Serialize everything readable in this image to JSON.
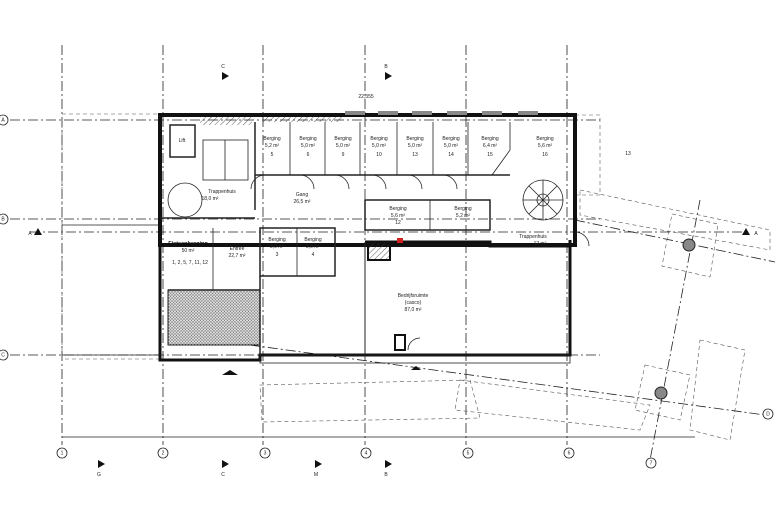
{
  "plan": {
    "grid_columns": [
      "1",
      "2",
      "3",
      "4",
      "5",
      "6",
      "7"
    ],
    "grid_rows": [
      "A",
      "B",
      "C",
      "D"
    ],
    "section_marks": {
      "top_left": "C",
      "top_right": "B",
      "bottom": [
        "G",
        "C",
        "M",
        "B"
      ],
      "side": "A"
    },
    "dimension_top": "22,355",
    "outside_label": "13",
    "colors": {
      "line": "#111111",
      "hatch": "#888888",
      "emergency": "#d02020",
      "column": "#888888"
    },
    "rooms": [
      {
        "name": "Lift"
      },
      {
        "name": "Trappenhuis",
        "area": "18,0 m²"
      },
      {
        "name": "Berging",
        "area": "5,2 m²",
        "number": "5"
      },
      {
        "name": "Berging",
        "area": "5,0 m²",
        "number": "6"
      },
      {
        "name": "Berging",
        "area": "5,0 m²",
        "number": "9"
      },
      {
        "name": "Berging",
        "area": "5,0 m²",
        "number": "10"
      },
      {
        "name": "Berging",
        "area": "5,0 m²",
        "number": "13"
      },
      {
        "name": "Berging",
        "area": "5,0 m²",
        "number": "14"
      },
      {
        "name": "Berging",
        "area": "6,4 m²",
        "number": "15"
      },
      {
        "name": "Berging",
        "area": "5,6 m²",
        "number": "16"
      },
      {
        "name": "Gang",
        "area": "26,5 m²"
      },
      {
        "name": "Berging",
        "area": "5,6 m²",
        "number": "12"
      },
      {
        "name": "Berging",
        "area": "5,2 m²"
      },
      {
        "name": "Fietsenberging",
        "area": "50 m²",
        "number": "1, 2, 5, 7, 11, 12"
      },
      {
        "name": "Entree",
        "area": "22,7 m²"
      },
      {
        "name": "Berging",
        "area": "5,0 m²",
        "number": "3"
      },
      {
        "name": "Berging",
        "area": "5,0 m²",
        "number": "4"
      },
      {
        "name": "Bedrijfsruimte",
        "area": "87,0 m²",
        "number": "(casco)"
      },
      {
        "name": "Trappenhuis",
        "area": "12 m²"
      }
    ]
  }
}
